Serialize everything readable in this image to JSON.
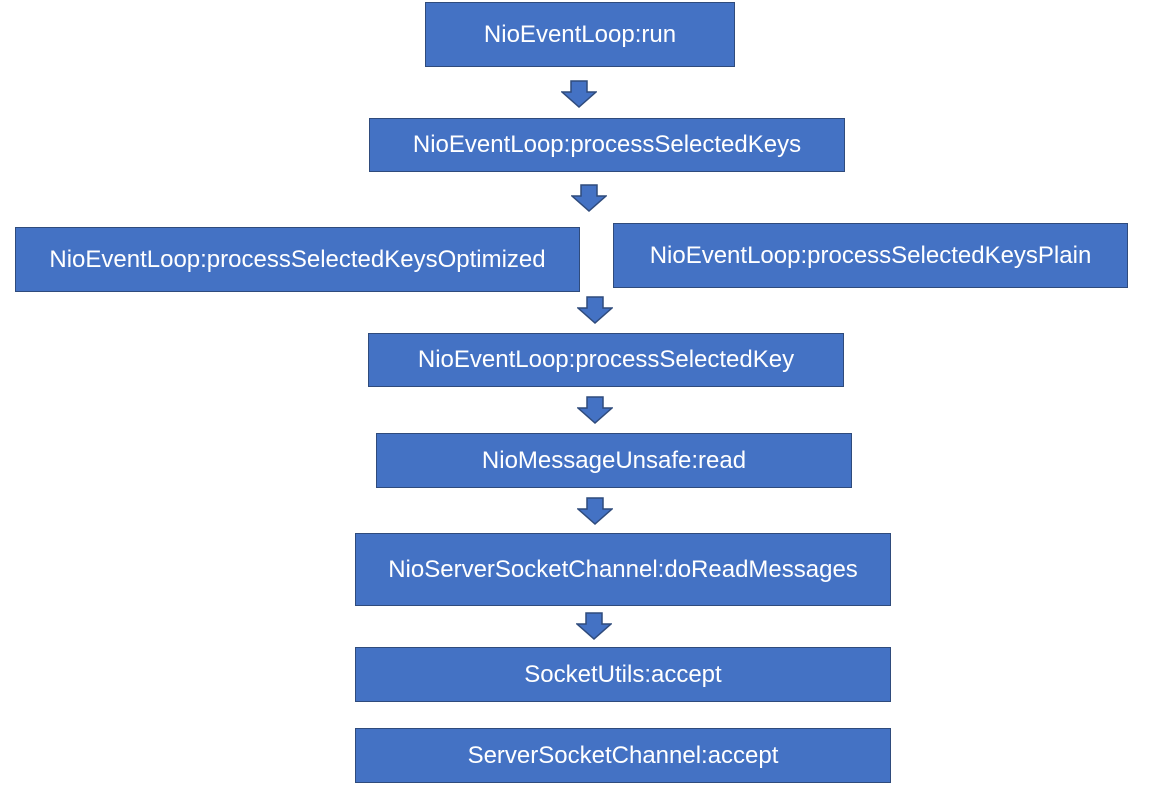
{
  "nodes": {
    "run": "NioEventLoop:run",
    "process_selected_keys": "NioEventLoop:processSelectedKeys",
    "process_selected_keys_optimized": "NioEventLoop:processSelectedKeysOptimized",
    "process_selected_keys_plain": "NioEventLoop:processSelectedKeysPlain",
    "process_selected_key": "NioEventLoop:processSelectedKey",
    "unsafe_read": "NioMessageUnsafe:read",
    "do_read_messages": "NioServerSocketChannel:doReadMessages",
    "socket_utils_accept": "SocketUtils:accept",
    "server_socket_channel_accept": "ServerSocketChannel:accept"
  },
  "colors": {
    "box_fill": "#4472c4",
    "box_border": "#2f4b7c",
    "text": "#ffffff"
  }
}
